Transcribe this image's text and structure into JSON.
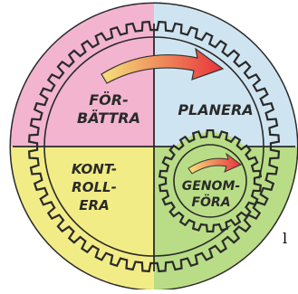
{
  "wheel": {
    "quadrants": [
      {
        "id": "forbattra",
        "lines": [
          "FÖR-",
          "BÄTTRA"
        ],
        "color": "#f3b4cf"
      },
      {
        "id": "planera",
        "lines": [
          "PLANERA"
        ],
        "color": "#cfe4f1"
      },
      {
        "id": "kontrollera",
        "lines": [
          "KONT-",
          "ROLL-",
          "ERA"
        ],
        "color": "#f2ec86"
      },
      {
        "id": "genomfora",
        "lines": [
          "GENOM-",
          "FÖRA"
        ],
        "color": "#b9dd86"
      }
    ],
    "outline_color": "#2a2a2a",
    "ring_color": "#7ab4dc",
    "arrow_color": "#e8323c",
    "arrow_fade_color": "#f5e27a"
  },
  "side_marker": "l"
}
